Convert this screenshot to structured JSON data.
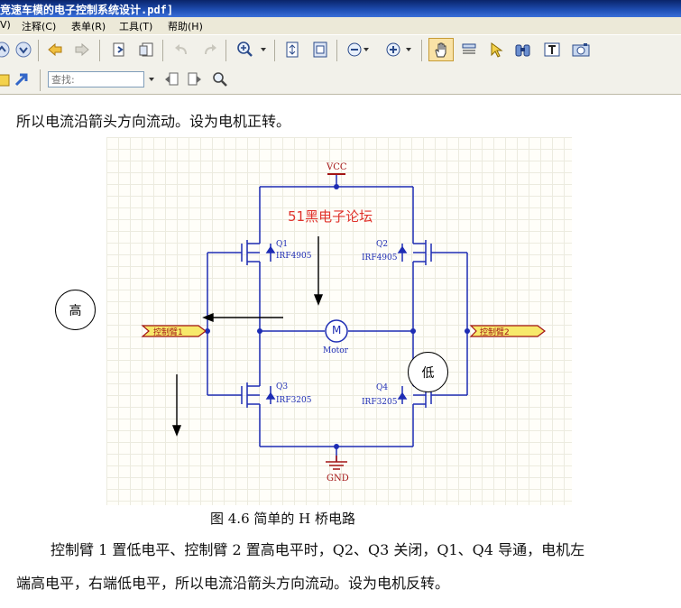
{
  "window": {
    "title": "竞速车模的电子控制系统设计.pdf]"
  },
  "menu": {
    "items": [
      "V)",
      "注释(C)",
      "表单(R)",
      "工具(T)",
      "帮助(H)"
    ]
  },
  "search": {
    "placeholder": "查找:"
  },
  "document": {
    "line1": "所以电流沿箭头方向流动。设为电机正转。",
    "caption": "图 4.6  简单的 H 桥电路",
    "para2_line1": "控制臂 1 置低电平、控制臂 2 置高电平时，Q2、Q3 关闭，Q1、Q4 导通，电机左",
    "para2_line2": "端高电平，右端低电平，所以电流沿箭头方向流动。设为电机反转。"
  },
  "diagram": {
    "vcc": "VCC",
    "gnd": "GND",
    "watermark": "51黑电子论坛",
    "motor_label": "Motor",
    "motor_symbol": "M",
    "q1_name": "Q1",
    "q1_part": "IRF4905",
    "q2_name": "Q2",
    "q2_part": "IRF4905",
    "q3_name": "Q3",
    "q3_part": "IRF3205",
    "q4_name": "Q4",
    "q4_part": "IRF3205",
    "arm1": "控制臂1",
    "arm2": "控制臂2",
    "high_label": "高",
    "low_label": "低"
  },
  "colors": {
    "wire": "#1e2db4",
    "power": "#a31515",
    "watermark": "#e0332c",
    "port_fill": "#f7e96b"
  }
}
